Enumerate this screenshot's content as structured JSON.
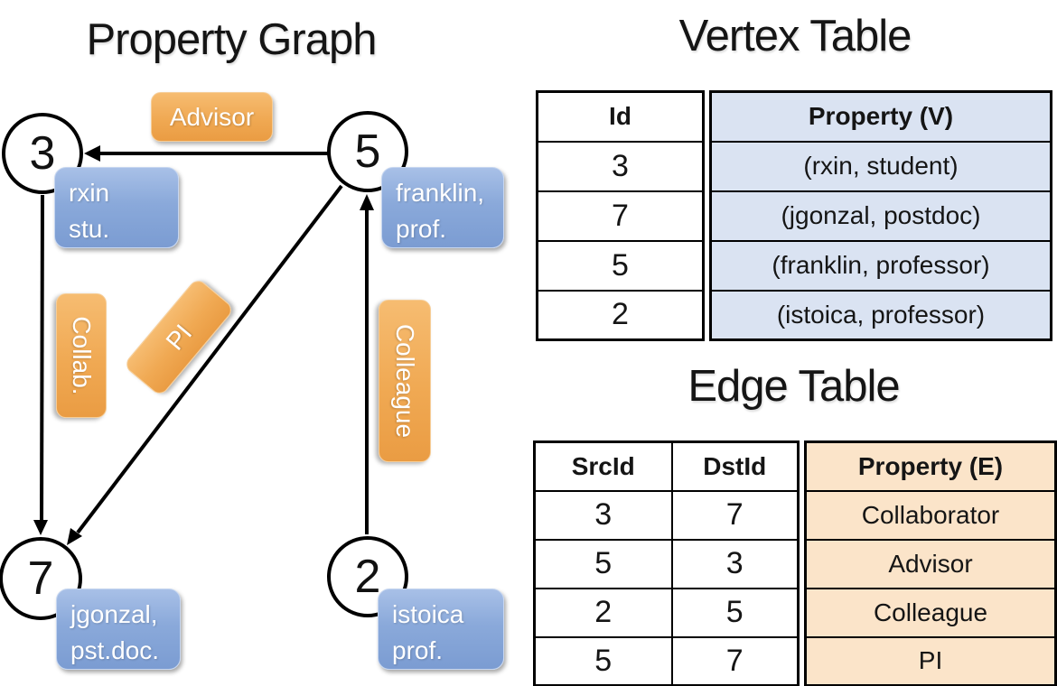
{
  "graph": {
    "title": "Property Graph",
    "nodes": [
      {
        "id": "3",
        "label_line1": "rxin",
        "label_line2": "stu."
      },
      {
        "id": "5",
        "label_line1": "franklin,",
        "label_line2": "prof."
      },
      {
        "id": "7",
        "label_line1": "jgonzal,",
        "label_line2": "pst.doc."
      },
      {
        "id": "2",
        "label_line1": "istoica",
        "label_line2": "prof."
      }
    ],
    "edge_labels": [
      {
        "label": "Advisor"
      },
      {
        "label": "Collab."
      },
      {
        "label": "PI"
      },
      {
        "label": "Colleague"
      }
    ]
  },
  "vertex_table": {
    "title": "Vertex Table",
    "columns": {
      "id": "Id",
      "property": "Property (V)"
    },
    "rows": [
      {
        "id": "3",
        "property": "(rxin, student)"
      },
      {
        "id": "7",
        "property": "(jgonzal, postdoc)"
      },
      {
        "id": "5",
        "property": "(franklin, professor)"
      },
      {
        "id": "2",
        "property": "(istoica, professor)"
      }
    ]
  },
  "edge_table": {
    "title": "Edge Table",
    "columns": {
      "src": "SrcId",
      "dst": "DstId",
      "property": "Property (E)"
    },
    "rows": [
      {
        "src": "3",
        "dst": "7",
        "property": "Collaborator"
      },
      {
        "src": "5",
        "dst": "3",
        "property": "Advisor"
      },
      {
        "src": "2",
        "dst": "5",
        "property": "Colleague"
      },
      {
        "src": "5",
        "dst": "7",
        "property": "PI"
      }
    ]
  },
  "colors": {
    "vertex_cell_blue": "#dae3f2",
    "edge_cell_tan": "#fbe4c9",
    "node_box_blue": "#7b9cd2",
    "edge_label_orange": "#f0a953",
    "line_black": "#000000"
  }
}
